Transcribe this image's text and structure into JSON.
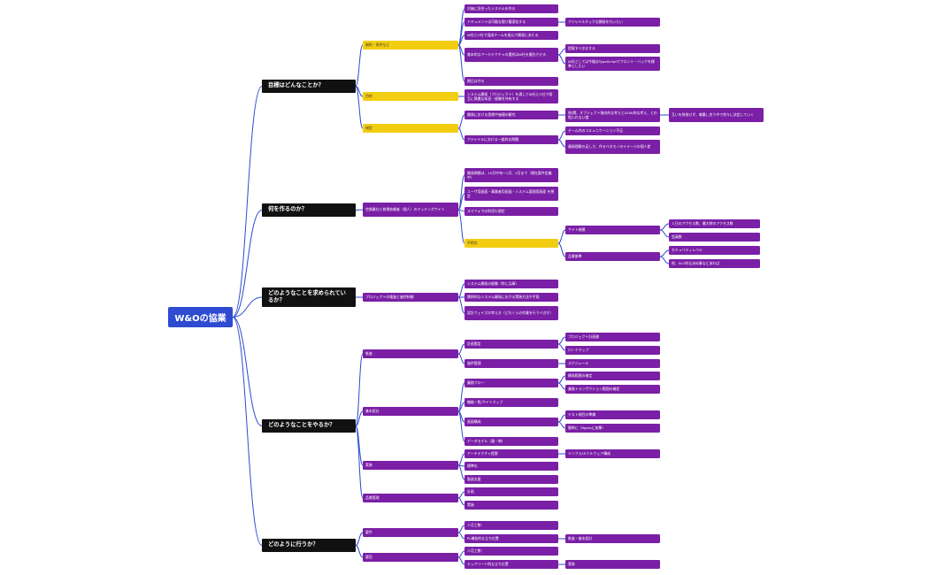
{
  "root": {
    "label": "W&Oの協業",
    "children": [
      {
        "label": "目標はどんなことか？",
        "children": [
          {
            "label": "制約・条件など",
            "kind": "yellow",
            "children": [
              {
                "label": "対価に見合ったシステムを作る"
              },
              {
                "label": "ドキュメントは可能な限り簡潔化する",
                "children": [
                  {
                    "label": "アジャイルチックな開発を行いたい"
                  }
                ]
              },
              {
                "label": "W社とO社で混成チームを組んで開発にあたる"
              },
              {
                "label": "基本的なアーキテクチャの選択はW社を優先させる",
                "children": [
                  {
                    "label": "提案すべきはする"
                  },
                  {
                    "label": "W社としては今後はTypeScriptでフロント・バックを標準としたい"
                  }
                ]
              },
              {
                "label": "期日は守る"
              }
            ]
          },
          {
            "label": "目的",
            "kind": "yellow",
            "children": [
              {
                "label": "システム開発（プロジェクト）を通してW社とO社で相互に異農な知見・経験を共有する"
              }
            ]
          },
          {
            "label": "規定",
            "kind": "yellow",
            "children": [
              {
                "label": "開発における思想や価値の観究",
                "children": [
                  {
                    "label": "例)関、オブジェクト指向的な考えとDOAI的な考え、との相入れない論",
                    "children": [
                      {
                        "label": "互いを排他せず、尊重し合う中で徐々に決定していく"
                      }
                    ]
                  }
                ]
              },
              {
                "label": "アジャイルにおける一般的な問題",
                "children": [
                  {
                    "label": "チーム内のコミュニケーション不足"
                  },
                  {
                    "label": "業務理解の足しさ、作るべきモノのイメージの個人差"
                  }
                ]
              }
            ]
          }
        ]
      },
      {
        "label": "何を作るのか？",
        "children": [
          {
            "label": "空調業社と修理依頼者（個人）のマッチングサイト",
            "children": [
              {
                "label": "開発期間は、10月中旬〜1月、2月まで（現在要件定義中）"
              },
              {
                "label": "ユーザ用画面・事業者用画面・システム管理用画面 を想定"
              },
              {
                "label": "スマフォでの利用も想定"
              },
              {
                "label": "不明点",
                "kind": "yellow",
                "children": [
                  {
                    "label": "サイト規模",
                    "children": [
                      {
                        "label": "１日のアクセス数、最大時のアクセス数"
                      },
                      {
                        "label": "会員数"
                      }
                    ]
                  },
                  {
                    "label": "品質基準",
                    "children": [
                      {
                        "label": "セキュリティレベル"
                      },
                      {
                        "label": "他、SLO的な決め事などあれば"
                      }
                    ]
                  }
                ]
              }
            ]
          }
        ]
      },
      {
        "label": "どのようなことを求められているか？",
        "children": [
          {
            "label": "プロジェクトの推進と進捗制御",
            "children": [
              {
                "label": "システム開発の経験（特に兵庫）"
              },
              {
                "label": "慣例的なシステム開発における実装方法や手段"
              },
              {
                "label": "設計フェイズの考え方（どれくらの作業を行うべきか）"
              }
            ]
          }
        ]
      },
      {
        "label": "どのようなことをやるか？",
        "children": [
          {
            "label": "推進",
            "children": [
              {
                "label": "計画策定",
                "children": [
                  {
                    "label": "プロジェクト計画書"
                  },
                  {
                    "label": "ロードマップ"
                  }
                ]
              },
              {
                "label": "進捗管理",
                "children": [
                  {
                    "label": "スケジュール"
                  }
                ]
              }
            ]
          },
          {
            "label": "基本設計",
            "children": [
              {
                "label": "業務フロー",
                "children": [
                  {
                    "label": "開発範囲の確定"
                  },
                  {
                    "label": "業務トランザクション範囲の確定"
                  }
                ]
              },
              {
                "label": "機能一覧/サイトマップ"
              },
              {
                "label": "画面構成",
                "children": [
                  {
                    "label": "テスト項目の準備"
                  },
                  {
                    "label": "簡単に（figmaに加筆）"
                  }
                ]
              },
              {
                "label": "データモデル（論・物）"
              }
            ]
          },
          {
            "label": "実装",
            "children": [
              {
                "label": "アーキテクチャ提案",
                "children": [
                  {
                    "label": "インフラ/ミドルウェア構成"
                  }
                ]
              },
              {
                "label": "標準化"
              },
              {
                "label": "製造支援"
              }
            ]
          },
          {
            "label": "品質管理",
            "children": [
              {
                "label": "計画"
              },
              {
                "label": "実施"
              }
            ]
          }
        ]
      },
      {
        "label": "どのように行うか？",
        "children": [
          {
            "label": "要件",
            "children": [
              {
                "label": "人月工数："
              },
              {
                "label": "PL補佐的な立ち位置",
                "children": [
                  {
                    "label": "推進・基本設計"
                  }
                ]
              }
            ]
          },
          {
            "label": "要田",
            "children": [
              {
                "label": "人月工数："
              },
              {
                "label": "テックリード的な立ち位置",
                "children": [
                  {
                    "label": "実装"
                  }
                ]
              }
            ]
          }
        ]
      }
    ]
  },
  "colors": {
    "root": "#2e4bd1",
    "level1": "#111111",
    "node": "#7a1fa6",
    "flag": "#f3cd12",
    "edge": "#2e4bd1"
  }
}
